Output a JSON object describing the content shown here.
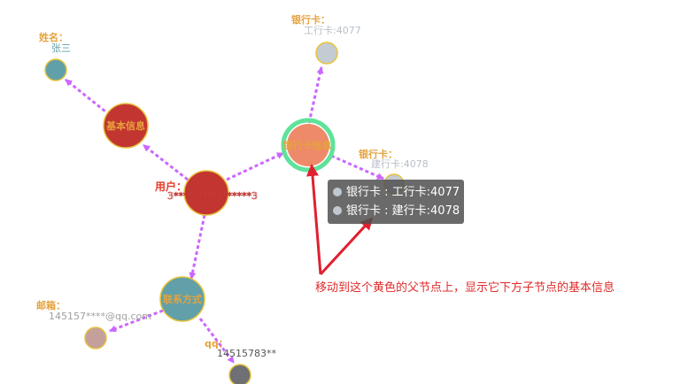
{
  "colors": {
    "link": "#cc66ff",
    "key_text": "#e6a23c",
    "arrow": "#e02030",
    "tooltip_bg": "#505050",
    "user_node": "#c23531",
    "bank_node": "#ee8a6a",
    "bank_highlight": "#5fe29a",
    "contact_node": "#61a0a8",
    "name_leaf": "#61a0a8",
    "gongxing_leaf": "#c4ccd3",
    "jianxing_leaf": "#c4ccd3",
    "email_leaf": "#c5a09a",
    "qq_leaf": "#6e7074"
  },
  "nodes": {
    "user": {
      "key": "用户：",
      "value": "3****************3"
    },
    "basic": {
      "label": "基本信息"
    },
    "bank": {
      "label": "银行卡信息"
    },
    "contact": {
      "label": "联系方式"
    },
    "name": {
      "key": "姓名：",
      "value": "张三"
    },
    "gongxing": {
      "key": "银行卡：",
      "value": "工行卡:4077"
    },
    "jianxing": {
      "key": "银行卡：",
      "value": "建行卡:4078"
    },
    "email": {
      "key": "邮箱：",
      "value": "145157****@qq.com"
    },
    "qq": {
      "key": "qq：",
      "value": "14515783**"
    }
  },
  "tooltip": {
    "rows": [
      "银行卡 : 工行卡:4077",
      "银行卡 : 建行卡:4078"
    ]
  },
  "annotation": "移动到这个黄色的父节点上，显示它下方子节点的基本信息"
}
